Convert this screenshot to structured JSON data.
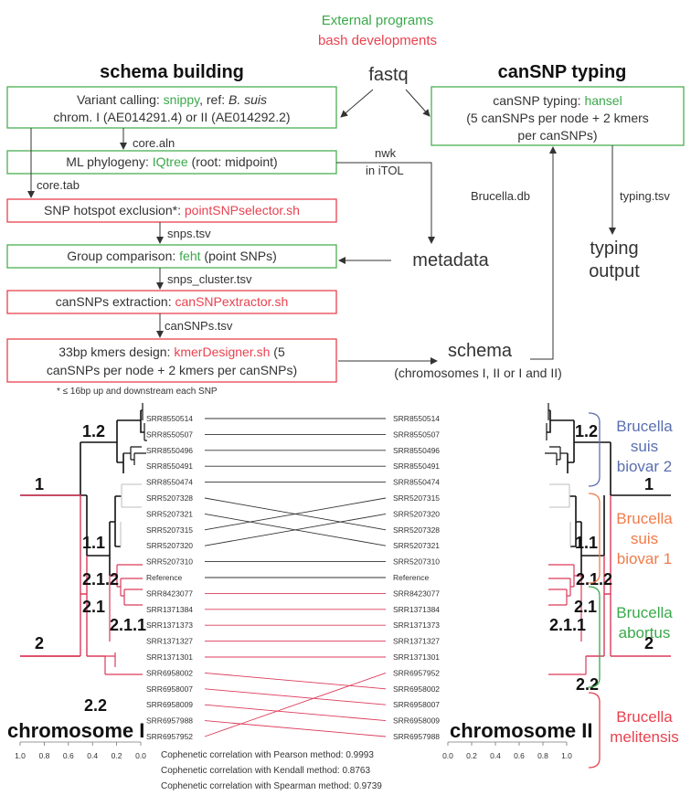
{
  "legend": {
    "external": "External programs",
    "bash": "bash developments",
    "external_color": "#3aa84a",
    "bash_color": "#e8424f"
  },
  "sections": {
    "left": "schema building",
    "right": "canSNP typing"
  },
  "nodes": {
    "fastq": "fastq",
    "variant": {
      "a": "Variant calling: ",
      "prog": "snippy",
      "b": ", ref: ",
      "ref": "B. suis",
      "line2": "chrom. I (AE014291.4) or II (AE014292.2)"
    },
    "ml": {
      "a": "ML phylogeny: ",
      "prog": "IQtree",
      "b": " (root: midpoint)"
    },
    "snp": {
      "a": "SNP hotspot exclusion*: ",
      "prog": "pointSNPselector.sh"
    },
    "group": {
      "a": "Group comparison: ",
      "prog": "feht",
      "b": " (point SNPs)"
    },
    "extract": {
      "a": "canSNPs extraction: ",
      "prog": "canSNPextractor.sh"
    },
    "kmer": {
      "a": "33bp kmers design: ",
      "prog": "kmerDesigner.sh",
      "b": " (5",
      "line2": "canSNPs per node + 2 kmers per canSNPs)"
    },
    "typing": {
      "a": "canSNP typing: ",
      "prog": "hansel",
      "line2": "(5 canSNPs per node + 2 kmers",
      "line3": "per canSNPs)"
    },
    "metadata": "metadata",
    "schema": "schema",
    "schema_sub": "(chromosomes I, II or I and II)",
    "typing_output_1": "typing",
    "typing_output_2": "output",
    "footnote": "* ≤ 16bp up and downstream each SNP"
  },
  "edges": {
    "core_aln": "core.aln",
    "core_tab": "core.tab",
    "snps_tsv": "snps.tsv",
    "snps_cluster": "snps_cluster.tsv",
    "cansnps_tsv": "canSNPs.tsv",
    "nwk": "nwk",
    "itol": "in iTOL",
    "brucella_db": "Brucella.db",
    "typing_tsv": "typing.tsv"
  },
  "trees": {
    "left_taxa": [
      "SRR8550514",
      "SRR8550507",
      "SRR8550496",
      "SRR8550491",
      "SRR8550474",
      "SRR5207328",
      "SRR5207321",
      "SRR5207315",
      "SRR5207320",
      "SRR5207310",
      "Reference",
      "SRR8423077",
      "SRR1371384",
      "SRR1371373",
      "SRR1371327",
      "SRR1371301",
      "SRR6958002",
      "SRR6958007",
      "SRR6958009",
      "SRR6957988",
      "SRR6957952"
    ],
    "right_taxa": [
      "SRR8550514",
      "SRR8550507",
      "SRR8550496",
      "SRR8550491",
      "SRR8550474",
      "SRR5207315",
      "SRR5207320",
      "SRR5207328",
      "SRR5207321",
      "SRR5207310",
      "Reference",
      "SRR8423077",
      "SRR1371384",
      "SRR1371373",
      "SRR1371327",
      "SRR1371301",
      "SRR6957952",
      "SRR6958002",
      "SRR6958007",
      "SRR6958009",
      "SRR6957988"
    ],
    "node_labels": [
      "1.2",
      "1",
      "1.1",
      "2.1.2",
      "2.1",
      "2.1.1",
      "2",
      "2.2"
    ],
    "left_title": "chromosome I",
    "right_title": "chromosome II",
    "axis_left": [
      "1.0",
      "0.8",
      "0.6",
      "0.4",
      "0.2",
      "0.0"
    ],
    "axis_right": [
      "0.0",
      "0.2",
      "0.4",
      "0.6",
      "0.8",
      "1.0"
    ],
    "correlations": [
      "Cophenetic correlation with Pearson method: 0.9993",
      "Cophenetic correlation with Kendall method: 0.8763",
      "Cophenetic correlation with Spearman method: 0.9739"
    ]
  },
  "groups": [
    {
      "line1": "Brucella",
      "line2": "suis",
      "line3": "biovar 2",
      "color": "#5b6fb0"
    },
    {
      "line1": "Brucella",
      "line2": "suis",
      "line3": "biovar 1",
      "color": "#f07c4a"
    },
    {
      "line1": "Brucella",
      "line2": "abortus",
      "line3": "",
      "color": "#3aa84a"
    },
    {
      "line1": "Brucella",
      "line2": "melitensis",
      "line3": "",
      "color": "#e8424f"
    }
  ]
}
